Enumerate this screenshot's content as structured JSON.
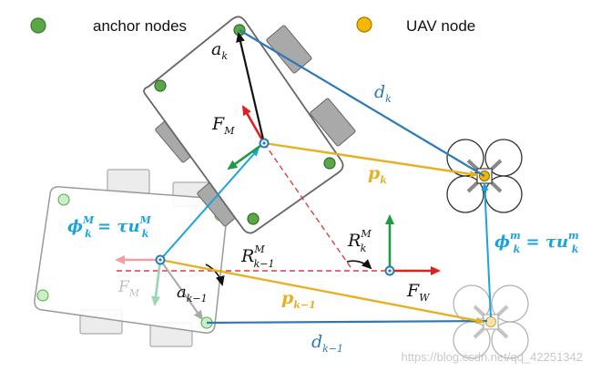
{
  "legend": {
    "anchor_label": "anchor nodes",
    "uav_label": "UAV node",
    "anchor_color": "#5aa845",
    "uav_color": "#f5b800"
  },
  "labels": {
    "a_k": {
      "base": "a",
      "sub": "k"
    },
    "F_M": {
      "base": "F",
      "sub": "M"
    },
    "d_k": {
      "base": "d",
      "sub": "k"
    },
    "p_k": {
      "base": "p",
      "sub": "k"
    },
    "phi_M": {
      "base": "ϕ",
      "sub": "k",
      "sup": "M",
      "rest": " = τu",
      "rest_sub": "k",
      "rest_sup": "M"
    },
    "R_km1": {
      "base": "R",
      "sub": "k−1",
      "sup": "M"
    },
    "R_k": {
      "base": "R",
      "sub": "k",
      "sup": "M"
    },
    "phi_m": {
      "base": "ϕ",
      "sub": "k",
      "sup": "m",
      "rest": " = τu",
      "rest_sub": "k",
      "rest_sup": "m"
    },
    "F_M_prev": {
      "base": "F",
      "sub": "M"
    },
    "a_km1": {
      "base": "a",
      "sub": "k−1"
    },
    "p_km1": {
      "base": "p",
      "sub": "k−1"
    },
    "F_W": {
      "base": "F",
      "sub": "W"
    },
    "d_km1": {
      "base": "d",
      "sub": "k−1"
    }
  },
  "colors": {
    "blue_line": "#2a7ab8",
    "cyan_line": "#1aa3e0",
    "gold_line": "#e8b020",
    "red_axis": "#e02020",
    "green_axis": "#1e9a40",
    "black_vec": "#111111",
    "gray_vec": "#aaaaaa"
  },
  "watermark": "https://blog.csdn.net/qq_42251342"
}
